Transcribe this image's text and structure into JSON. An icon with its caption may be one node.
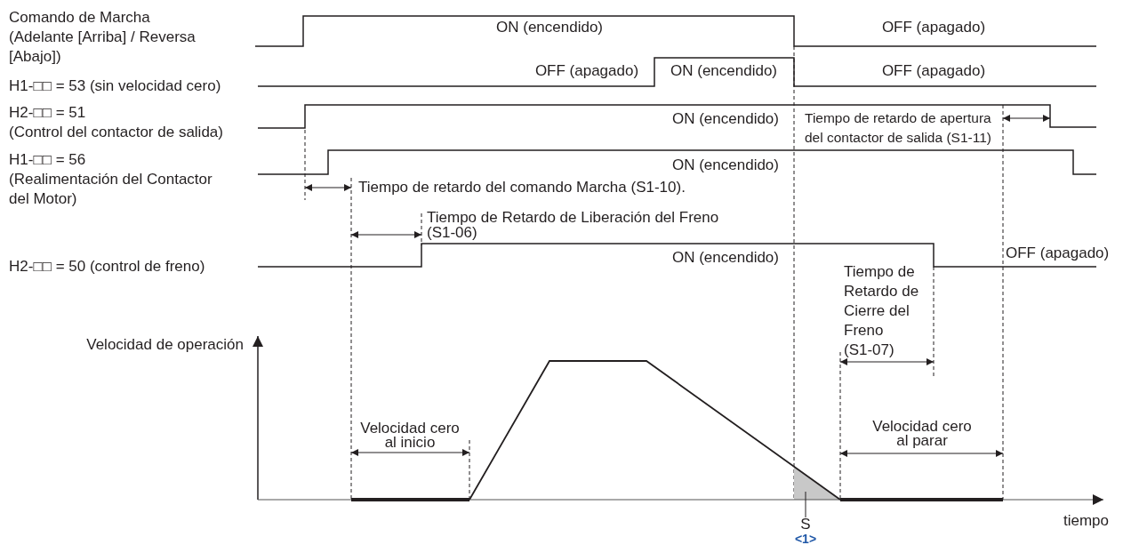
{
  "diagram": {
    "nodes": [
      {
        "text": [
          "S"
        ]
      },
      {
        "text": [],
        "shape": "triangle"
      }
    ],
    "edges": [
      {
        "from": 0,
        "to": 1,
        "arrow": "none"
      }
    ],
    "labels": [
      "Comando de Marcha (Adelante [Arriba] / Reversa [Abajo])",
      "ON (encendido)",
      "OFF (apagado)",
      "H1-□□ = 53 (sin velocidad cero)",
      "OFF (apagado)",
      "ON (encendido)",
      "OFF (apagado)",
      "H2-□□ = 51 (Control del contactor de salida)",
      "ON (encendido)",
      "Tiempo de retardo de apertura del contactor de salida (S1-11)",
      "H1-□□ = 56 (Realimentación del Contactor del Motor)",
      "ON (encendido)",
      "Tiempo de retardo del comando Marcha (S1-10).",
      "Tiempo de Retardo de Liberación del Freno (S1-06)",
      "H2-□□ = 50 (control de freno)",
      "ON (encendido)",
      "OFF (apagado)",
      "Tiempo de Retardo de Cierre del Freno (S1-07)",
      "Velocidad de operación",
      "Velocidad cero al inicio",
      "Velocidad cero al parar",
      "tiempo",
      "<1>"
    ]
  }
}
